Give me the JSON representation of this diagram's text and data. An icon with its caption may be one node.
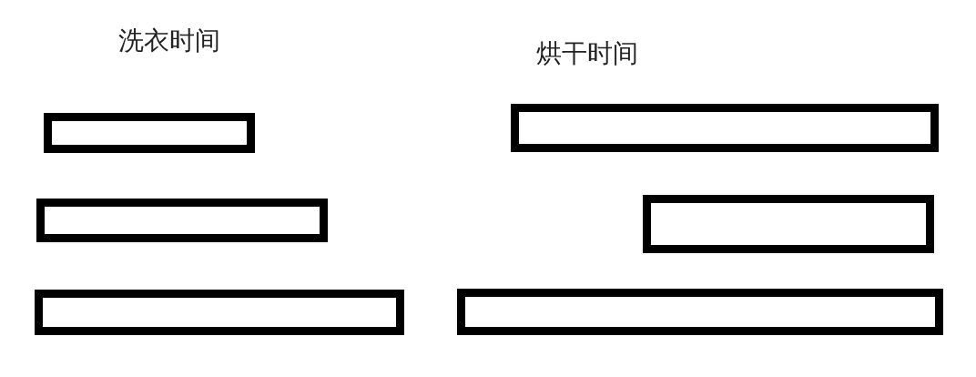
{
  "diagram": {
    "nodes": [
      {
        "text": [],
        "shape": "bar"
      },
      {
        "text": [],
        "shape": "bar"
      },
      {
        "text": [],
        "shape": "bar"
      },
      {
        "text": [],
        "shape": "bar"
      },
      {
        "text": [],
        "shape": "bar"
      },
      {
        "text": [],
        "shape": "bar"
      }
    ],
    "labels": [
      "洗衣时间",
      "烘干时间"
    ]
  }
}
